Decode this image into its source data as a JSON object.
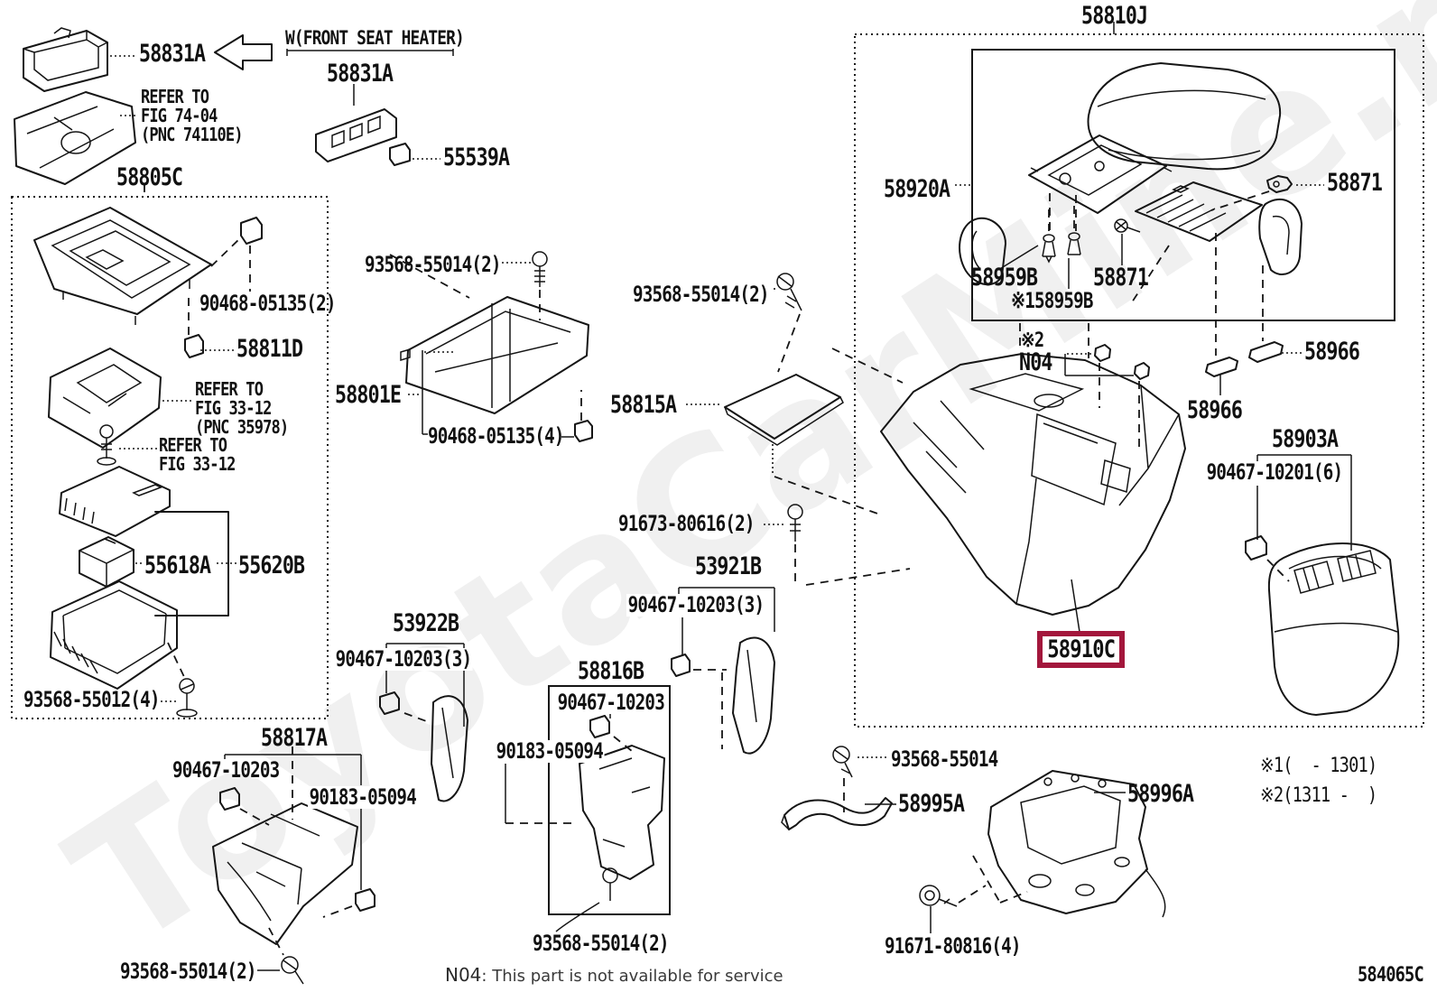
{
  "watermark": "ToyotaCarMine.ru",
  "highlight": {
    "part": "58910C",
    "box_color": "#a3173c"
  },
  "labels": {
    "p58831a_top": "58831A",
    "refer_74_04": "REFER TO\nFIG 74-04\n(PNC 74110E)",
    "heater_header": "W(FRONT SEAT HEATER)",
    "p58831a_mid": "58831A",
    "p55539a": "55539A",
    "p58805c": "58805C",
    "p90468_05135_2": "90468-05135(2)",
    "p58811d": "58811D",
    "refer_33_12_a": "REFER TO\nFIG 33-12\n(PNC 35978)",
    "refer_33_12_b": "REFER TO\nFIG 33-12",
    "p55618a": "55618A",
    "p55620b": "55620B",
    "p93568_55012_4": "93568-55012(4)",
    "p58817a": "58817A",
    "p90467_10203_a": "90467-10203",
    "p90183_05094_a": "90183-05094",
    "p93568_55014_2_a": "93568-55014(2)",
    "p93568_55014_2_b": "93568-55014(2)",
    "p58801e": "58801E",
    "p90468_05135_4": "90468-05135(4)",
    "p93568_55014_2_c": "93568-55014(2)",
    "p58815a": "58815A",
    "p91673_80616_2": "91673-80616(2)",
    "p53921b": "53921B",
    "p90467_10203_3_a": "90467-10203(3)",
    "p53922b": "53922B",
    "p90467_10203_3_b": "90467-10203(3)",
    "p58816b": "58816B",
    "p90467_10203_b": "90467-10203",
    "p90183_05094_b": "90183-05094",
    "p93568_55014_2_d": "93568-55014(2)",
    "p58810j": "58810J",
    "p58920a": "58920A",
    "p58871_a": "58871",
    "p58959b": "58959B",
    "p58871_b": "58871",
    "p158959b": "※158959B",
    "ast2": "※2",
    "n04": "N04",
    "p58966_a": "58966",
    "p58966_b": "58966",
    "p58903a": "58903A",
    "p90467_10201_6": "90467-10201(6)",
    "p58910c": "58910C",
    "p93568_55014": "93568-55014",
    "p58995a": "58995A",
    "p58996a": "58996A",
    "p91671_80816_4": "91671-80816(4)"
  },
  "notes": {
    "footnote1": "※1(  - 1301)",
    "footnote2": "※2(1311 -  )",
    "service_code": "N04",
    "service_text": ": This part is not available for service",
    "diagram_code": "584065C"
  }
}
